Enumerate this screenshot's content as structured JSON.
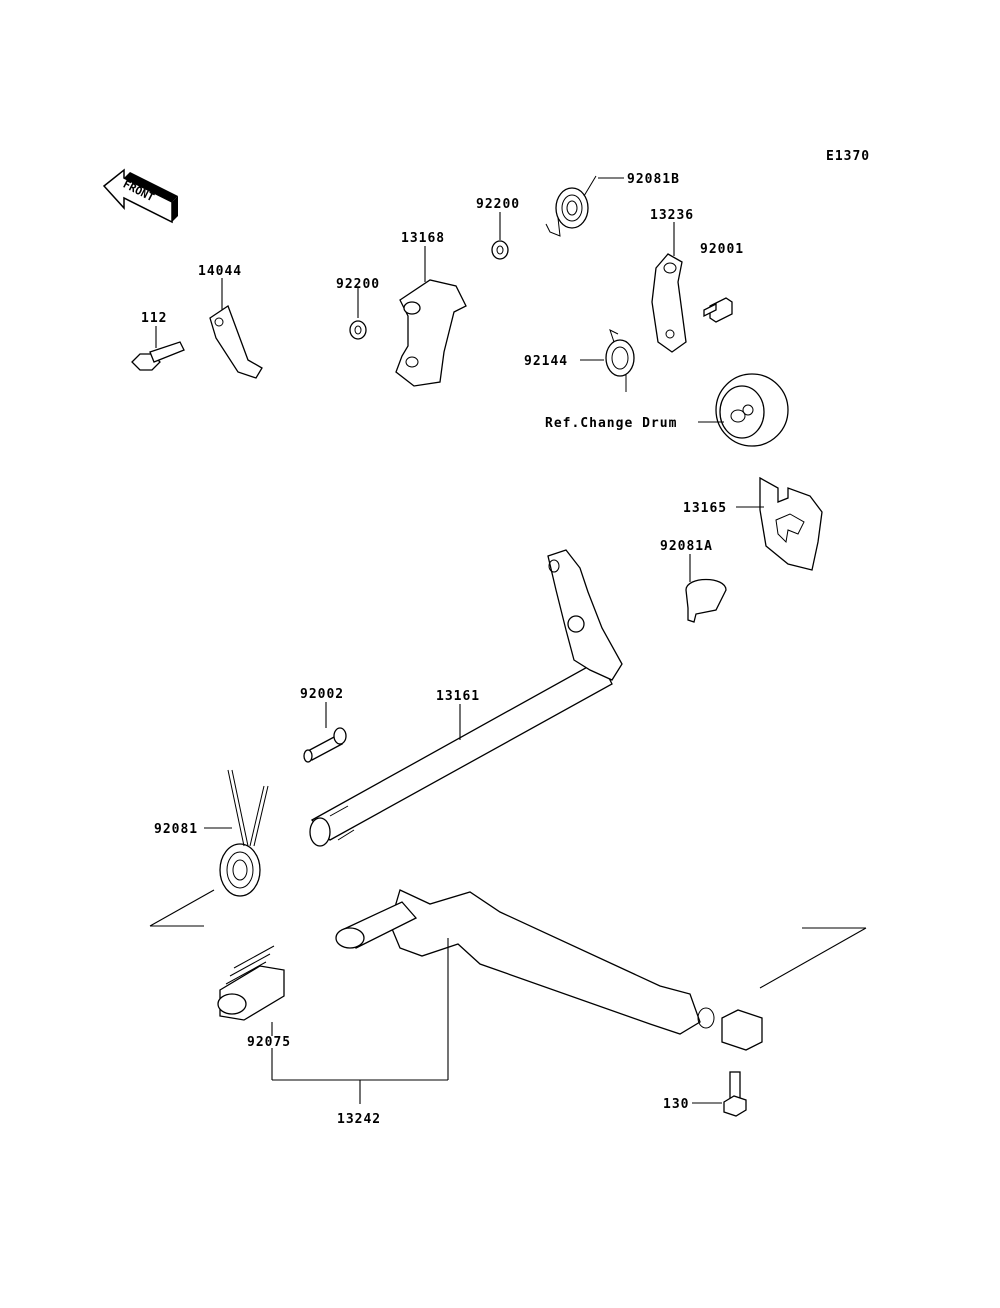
{
  "diagram": {
    "code": "E1370",
    "front_label": "FRONT",
    "parts": [
      {
        "id": "p-92081B",
        "label": "92081B",
        "name": "spring"
      },
      {
        "id": "p-92200a",
        "label": "92200",
        "name": "washer"
      },
      {
        "id": "p-13236",
        "label": "13236",
        "name": "lever"
      },
      {
        "id": "p-13168",
        "label": "13168",
        "name": "arm"
      },
      {
        "id": "p-92001",
        "label": "92001",
        "name": "bolt"
      },
      {
        "id": "p-14044",
        "label": "14044",
        "name": "bracket"
      },
      {
        "id": "p-92200b",
        "label": "92200",
        "name": "washer"
      },
      {
        "id": "p-112",
        "label": "112",
        "name": "bolt"
      },
      {
        "id": "p-92144",
        "label": "92144",
        "name": "spring"
      },
      {
        "id": "p-ref",
        "label": "Ref.Change Drum",
        "name": "change-drum-reference"
      },
      {
        "id": "p-13165",
        "label": "13165",
        "name": "plate"
      },
      {
        "id": "p-92081A",
        "label": "92081A",
        "name": "clip"
      },
      {
        "id": "p-92002",
        "label": "92002",
        "name": "stud"
      },
      {
        "id": "p-13161",
        "label": "13161",
        "name": "shift-shaft"
      },
      {
        "id": "p-92081",
        "label": "92081",
        "name": "return-spring"
      },
      {
        "id": "p-92075",
        "label": "92075",
        "name": "pedal-rubber"
      },
      {
        "id": "p-13242",
        "label": "13242",
        "name": "shift-pedal"
      },
      {
        "id": "p-130",
        "label": "130",
        "name": "bolt"
      }
    ]
  }
}
